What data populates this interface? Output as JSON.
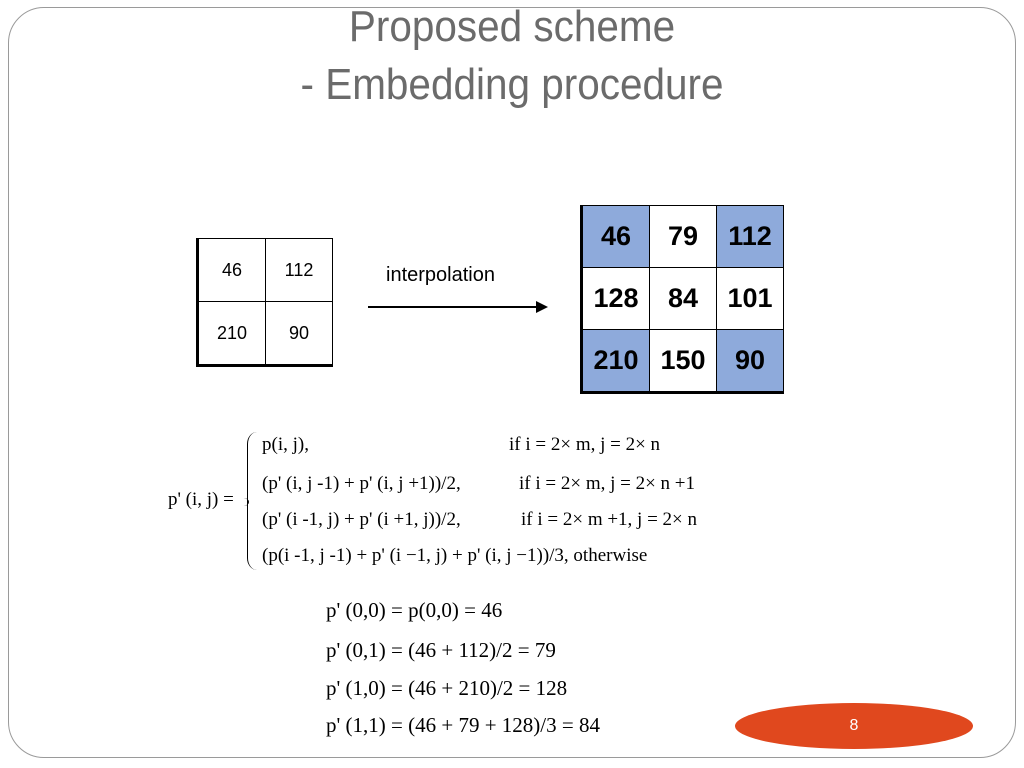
{
  "title": {
    "line1": "Proposed scheme",
    "line2": "- Embedding procedure"
  },
  "small_table": {
    "rows": [
      [
        "46",
        "112"
      ],
      [
        "210",
        "90"
      ]
    ]
  },
  "interpolation_label": "interpolation",
  "big_table": {
    "rows": [
      [
        "46",
        "79",
        "112"
      ],
      [
        "128",
        "84",
        "101"
      ],
      [
        "210",
        "150",
        "90"
      ]
    ],
    "highlight_color": "#8eaadb"
  },
  "formula": {
    "lhs": "p' (i, j) =",
    "cases": [
      {
        "expr": "p(i, j),",
        "cond": "if i = 2× m, j = 2× n"
      },
      {
        "expr": "(p' (i, j -1) + p' (i, j +1))/2,",
        "cond": "if i = 2× m, j = 2× n +1"
      },
      {
        "expr": "(p' (i -1, j) + p' (i +1, j))/2,",
        "cond": "if i = 2× m +1, j = 2× n"
      },
      {
        "expr": "(p(i -1, j -1) + p' (i −1, j) + p' (i, j −1))/3, otherwise",
        "cond": ""
      }
    ]
  },
  "examples": [
    "p' (0,0) = p(0,0) = 46",
    "p' (0,1) = (46 + 112)/2 = 79",
    "p' (1,0) = (46 + 210)/2 = 128",
    "p' (1,1) = (46 + 79 + 128)/3 = 84"
  ],
  "page_number": "8",
  "colors": {
    "title": "#6b6b6b",
    "badge": "#e0481e",
    "frame": "#9a9a9a"
  }
}
